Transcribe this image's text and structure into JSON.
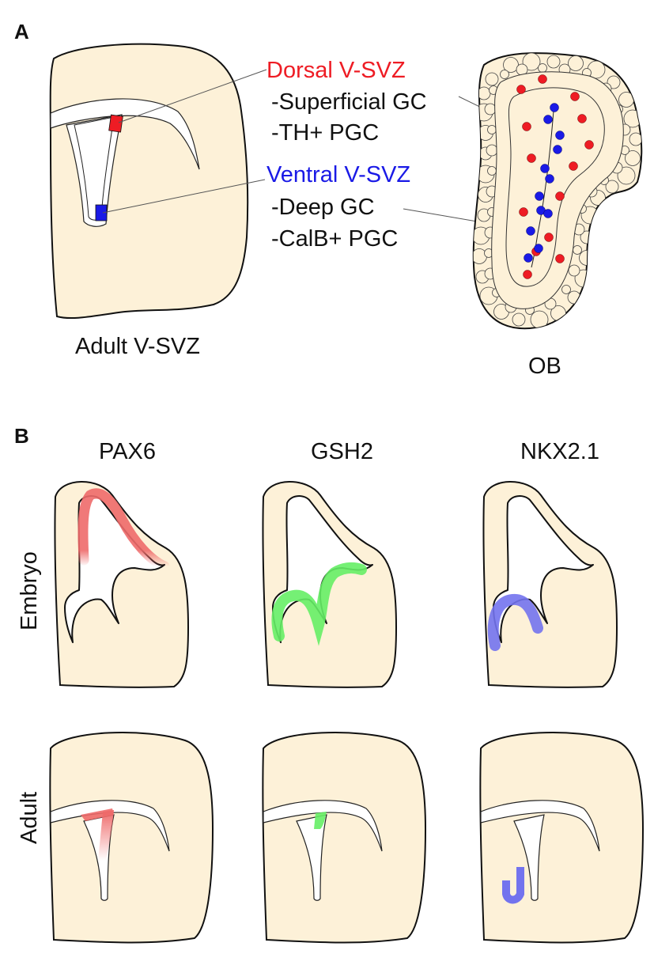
{
  "panel_a": {
    "letter": "A",
    "vsvz_caption": "Adult V-SVZ",
    "ob_caption": "OB",
    "dorsal": {
      "title": "Dorsal V-SVZ",
      "color": "#ee1c24",
      "lines": [
        "-Superficial GC",
        "-TH+ PGC"
      ]
    },
    "ventral": {
      "title": "Ventral V-SVZ",
      "color": "#1a1ae6",
      "lines": [
        "-Deep GC",
        "-CalB+ PGC"
      ]
    }
  },
  "panel_b": {
    "letter": "B",
    "columns": [
      "PAX6",
      "GSH2",
      "NKX2.1"
    ],
    "rows": [
      "Embryo",
      "Adult"
    ],
    "colors": {
      "pax6": "#ee6a6a",
      "gsh2": "#66ee66",
      "nkx21": "#7373ee"
    }
  },
  "colors": {
    "tissue": "#fdf1d8",
    "outline": "#111111"
  }
}
